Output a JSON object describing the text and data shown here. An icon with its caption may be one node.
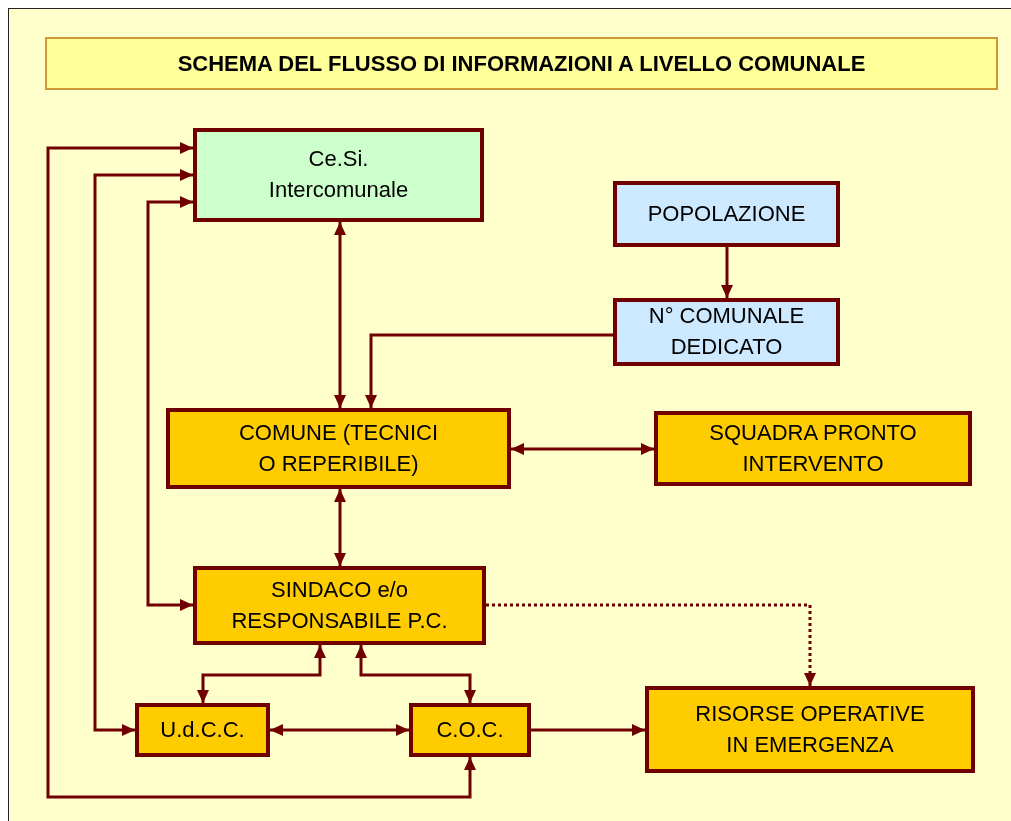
{
  "diagram": {
    "title": "SCHEMA DEL FLUSSO DI INFORMAZIONI A LIVELLO COMUNALE",
    "nodes": [
      {
        "text": [
          "Ce.Si. Intercomunale"
        ]
      },
      {
        "text": [
          "POPOLAZIONE"
        ]
      },
      {
        "text": [
          "N° COMUNALE DEDICATO"
        ]
      },
      {
        "text": [
          "COMUNE (TECNICI O REPERIBILE)"
        ]
      },
      {
        "text": [
          "SQUADRA PRONTO INTERVENTO"
        ]
      },
      {
        "text": [
          "SINDACO e/o RESPONSABILE P.C."
        ]
      },
      {
        "text": [
          "U.d.C.C."
        ]
      },
      {
        "text": [
          "C.O.C."
        ]
      },
      {
        "text": [
          "RISORSE OPERATIVE IN EMERGENZA"
        ]
      }
    ],
    "edges": [
      {
        "from": 0,
        "to": 3,
        "arrow": "both"
      },
      {
        "from": 1,
        "to": 2,
        "arrow": "to"
      },
      {
        "from": 2,
        "to": 3,
        "arrow": "to"
      },
      {
        "from": 3,
        "to": 4,
        "arrow": "both"
      },
      {
        "from": 3,
        "to": 5,
        "arrow": "both"
      },
      {
        "from": 5,
        "to": 6,
        "arrow": "both"
      },
      {
        "from": 5,
        "to": 7,
        "arrow": "both"
      },
      {
        "from": 6,
        "to": 7,
        "arrow": "both"
      },
      {
        "from": 7,
        "to": 8,
        "arrow": "to"
      },
      {
        "from": 5,
        "to": 8,
        "arrow": "to",
        "style": "dashed"
      },
      {
        "from": 0,
        "to": 5,
        "arrow": "both"
      },
      {
        "from": 0,
        "to": 6,
        "arrow": "both"
      },
      {
        "from": 0,
        "to": 7,
        "arrow": "both"
      }
    ]
  }
}
